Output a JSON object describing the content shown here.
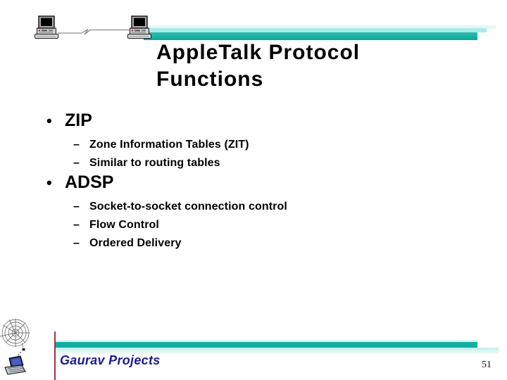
{
  "slide": {
    "title_lines": [
      "AppleTalk Protocol",
      "Functions"
    ],
    "bullet_glyph": "•",
    "dash_glyph": "–",
    "sections": [
      {
        "heading": "ZIP",
        "items": [
          "Zone Information Tables (ZIT)",
          "Similar to routing tables"
        ]
      },
      {
        "heading": "ADSP",
        "items": [
          "Socket-to-socket connection control",
          "Flow Control",
          "Ordered Delivery"
        ]
      }
    ],
    "footer": {
      "brand": "Gaurav Projects",
      "page_number": "51"
    },
    "icons": {
      "top_left": "networked-computers-icon",
      "bottom_left": "spiderweb-laptop-icon"
    },
    "colors": {
      "accent_teal_dark": "#0DA89D",
      "accent_teal_medium": "#2CBCB1",
      "accent_teal_light": "#ACEAE5",
      "accent_teal_pale": "#E2F8F6",
      "brand_navy": "#1B1B8E",
      "divider_maroon": "#9E3141",
      "text_black": "#000000"
    }
  }
}
